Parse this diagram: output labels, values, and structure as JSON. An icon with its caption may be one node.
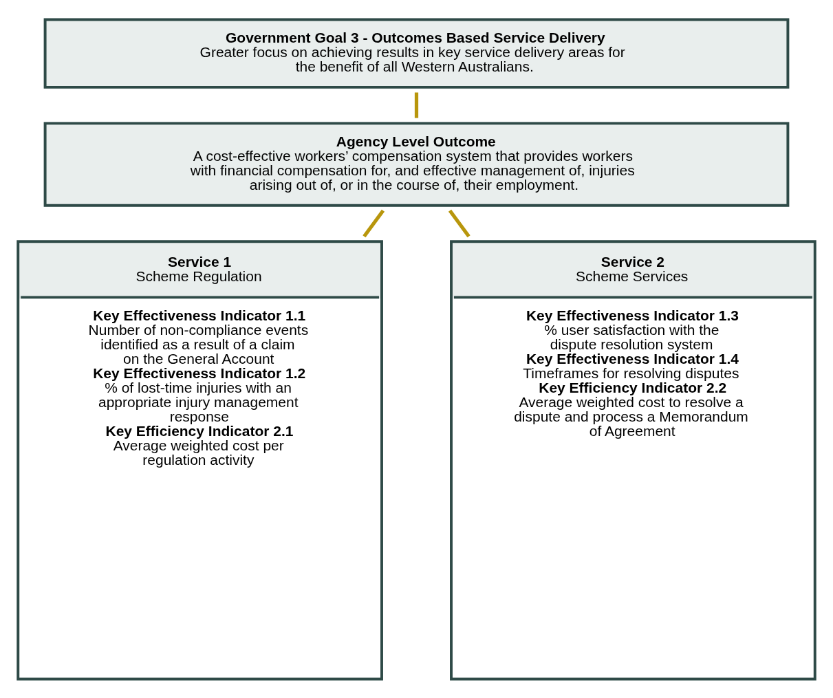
{
  "diagram": {
    "nodes": [
      {
        "text": [
          "Government Goal 3 - Outcomes Based Service Delivery",
          "Greater focus on achieving results in key service delivery areas for the benefit of all Western Australians."
        ]
      },
      {
        "text": [
          "Agency Level Outcome",
          "A cost-effective workers’ compensation system that provides workers with financial compensation for, and effective management of, injuries arising out of, or in the course of, their employment."
        ]
      },
      {
        "text": [
          "Service 1",
          "Scheme Regulation",
          "Key Effectiveness Indicator 1.1",
          "Number of non-compliance events identified as a result of a claim on the General Account",
          "Key Effectiveness Indicator 1.2",
          "% of lost-time injuries with an appropriate injury management response",
          "Key Efficiency Indicator 2.1",
          "Average weighted cost per regulation activity"
        ]
      },
      {
        "text": [
          "Service 2",
          "Scheme Services",
          "Key Effectiveness Indicator 1.3",
          "% user satisfaction with the dispute resolution system",
          "Key Effectiveness Indicator 1.4",
          "Timeframes for resolving disputes",
          "Key Efficiency Indicator 2.2",
          "Average weighted cost to resolve a dispute and process a Memorandum of Agreement"
        ]
      }
    ],
    "edges": [
      {
        "from": 0,
        "to": 1,
        "arrow": "none"
      },
      {
        "from": 1,
        "to": 2,
        "arrow": "none"
      },
      {
        "from": 1,
        "to": 3,
        "arrow": "none"
      }
    ]
  }
}
